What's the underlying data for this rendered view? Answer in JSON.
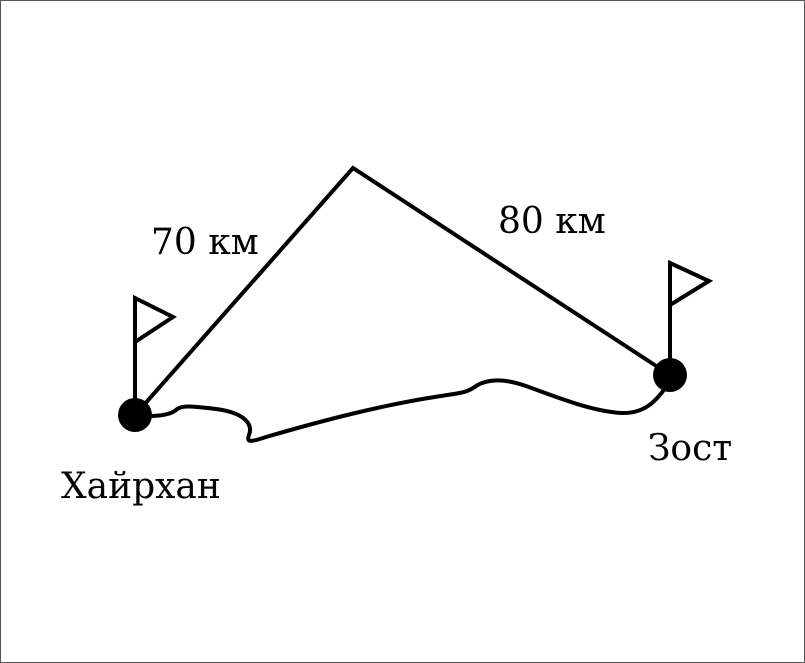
{
  "labels": {
    "distance_left": "70 км",
    "distance_right": "80 км",
    "town_left": "Хайрхан",
    "town_right": "Зост"
  },
  "colors": {
    "ink": "#000000",
    "background": "#ffffff"
  }
}
